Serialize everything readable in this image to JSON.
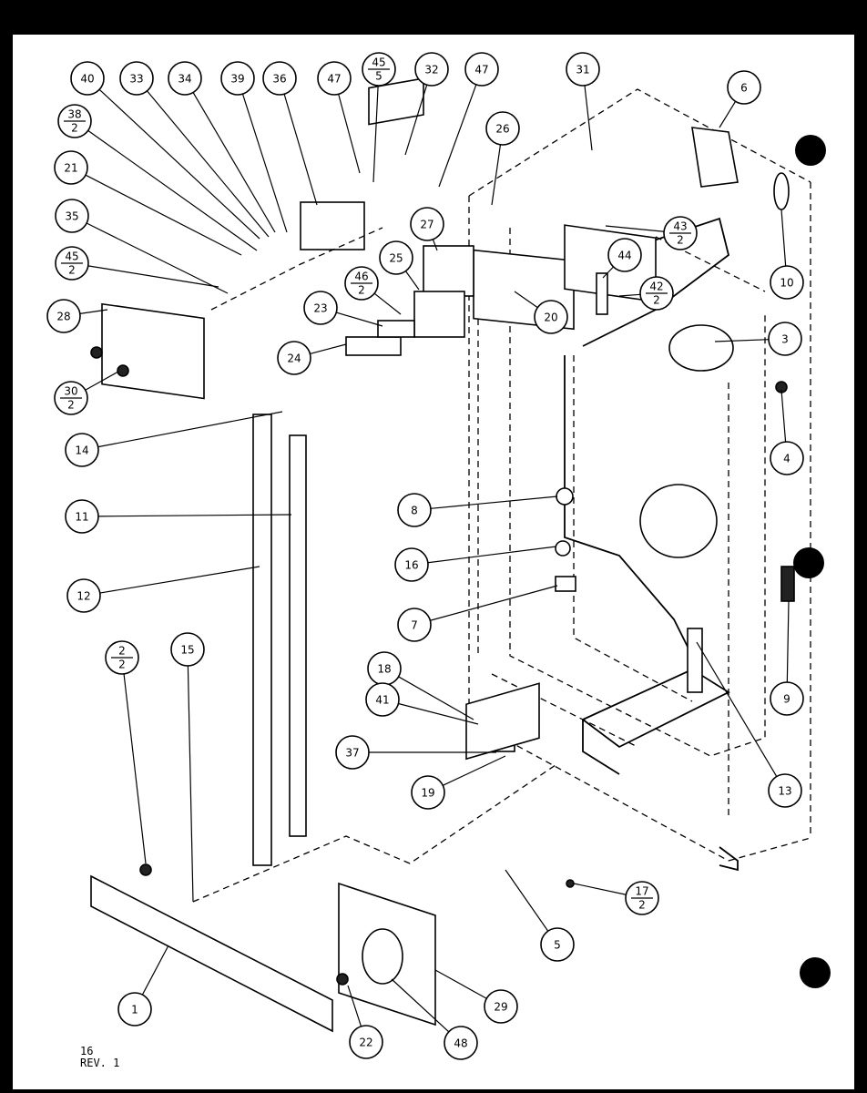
{
  "footer": {
    "page": "16",
    "revision": "REV. 1"
  },
  "callouts": [
    {
      "id": "c1",
      "label": "1"
    },
    {
      "id": "c2",
      "label": "2",
      "qty": "2"
    },
    {
      "id": "c3",
      "label": "3"
    },
    {
      "id": "c4",
      "label": "4"
    },
    {
      "id": "c5",
      "label": "5"
    },
    {
      "id": "c6",
      "label": "6"
    },
    {
      "id": "c7",
      "label": "7"
    },
    {
      "id": "c8",
      "label": "8"
    },
    {
      "id": "c9",
      "label": "9"
    },
    {
      "id": "c10",
      "label": "10"
    },
    {
      "id": "c11",
      "label": "11"
    },
    {
      "id": "c12",
      "label": "12"
    },
    {
      "id": "c13",
      "label": "13"
    },
    {
      "id": "c14",
      "label": "14"
    },
    {
      "id": "c15",
      "label": "15"
    },
    {
      "id": "c16",
      "label": "16"
    },
    {
      "id": "c17",
      "label": "17",
      "qty": "2"
    },
    {
      "id": "c18",
      "label": "18"
    },
    {
      "id": "c19",
      "label": "19"
    },
    {
      "id": "c20",
      "label": "20"
    },
    {
      "id": "c21",
      "label": "21"
    },
    {
      "id": "c22",
      "label": "22"
    },
    {
      "id": "c23",
      "label": "23"
    },
    {
      "id": "c24",
      "label": "24"
    },
    {
      "id": "c25",
      "label": "25"
    },
    {
      "id": "c26",
      "label": "26"
    },
    {
      "id": "c27",
      "label": "27"
    },
    {
      "id": "c28",
      "label": "28"
    },
    {
      "id": "c29",
      "label": "29"
    },
    {
      "id": "c30",
      "label": "30",
      "qty": "2"
    },
    {
      "id": "c31",
      "label": "31"
    },
    {
      "id": "c32",
      "label": "32"
    },
    {
      "id": "c33",
      "label": "33"
    },
    {
      "id": "c34",
      "label": "34"
    },
    {
      "id": "c35",
      "label": "35"
    },
    {
      "id": "c36",
      "label": "36"
    },
    {
      "id": "c37",
      "label": "37"
    },
    {
      "id": "c38",
      "label": "38",
      "qty": "2"
    },
    {
      "id": "c39",
      "label": "39"
    },
    {
      "id": "c40",
      "label": "40"
    },
    {
      "id": "c41",
      "label": "41"
    },
    {
      "id": "c42",
      "label": "42",
      "qty": "2"
    },
    {
      "id": "c43",
      "label": "43",
      "qty": "2"
    },
    {
      "id": "c44",
      "label": "44"
    },
    {
      "id": "c45a",
      "label": "45",
      "qty": "5"
    },
    {
      "id": "c45b",
      "label": "45",
      "qty": "2"
    },
    {
      "id": "c46",
      "label": "46",
      "qty": "2"
    },
    {
      "id": "c47a",
      "label": "47"
    },
    {
      "id": "c47b",
      "label": "47"
    },
    {
      "id": "c48",
      "label": "48"
    }
  ]
}
